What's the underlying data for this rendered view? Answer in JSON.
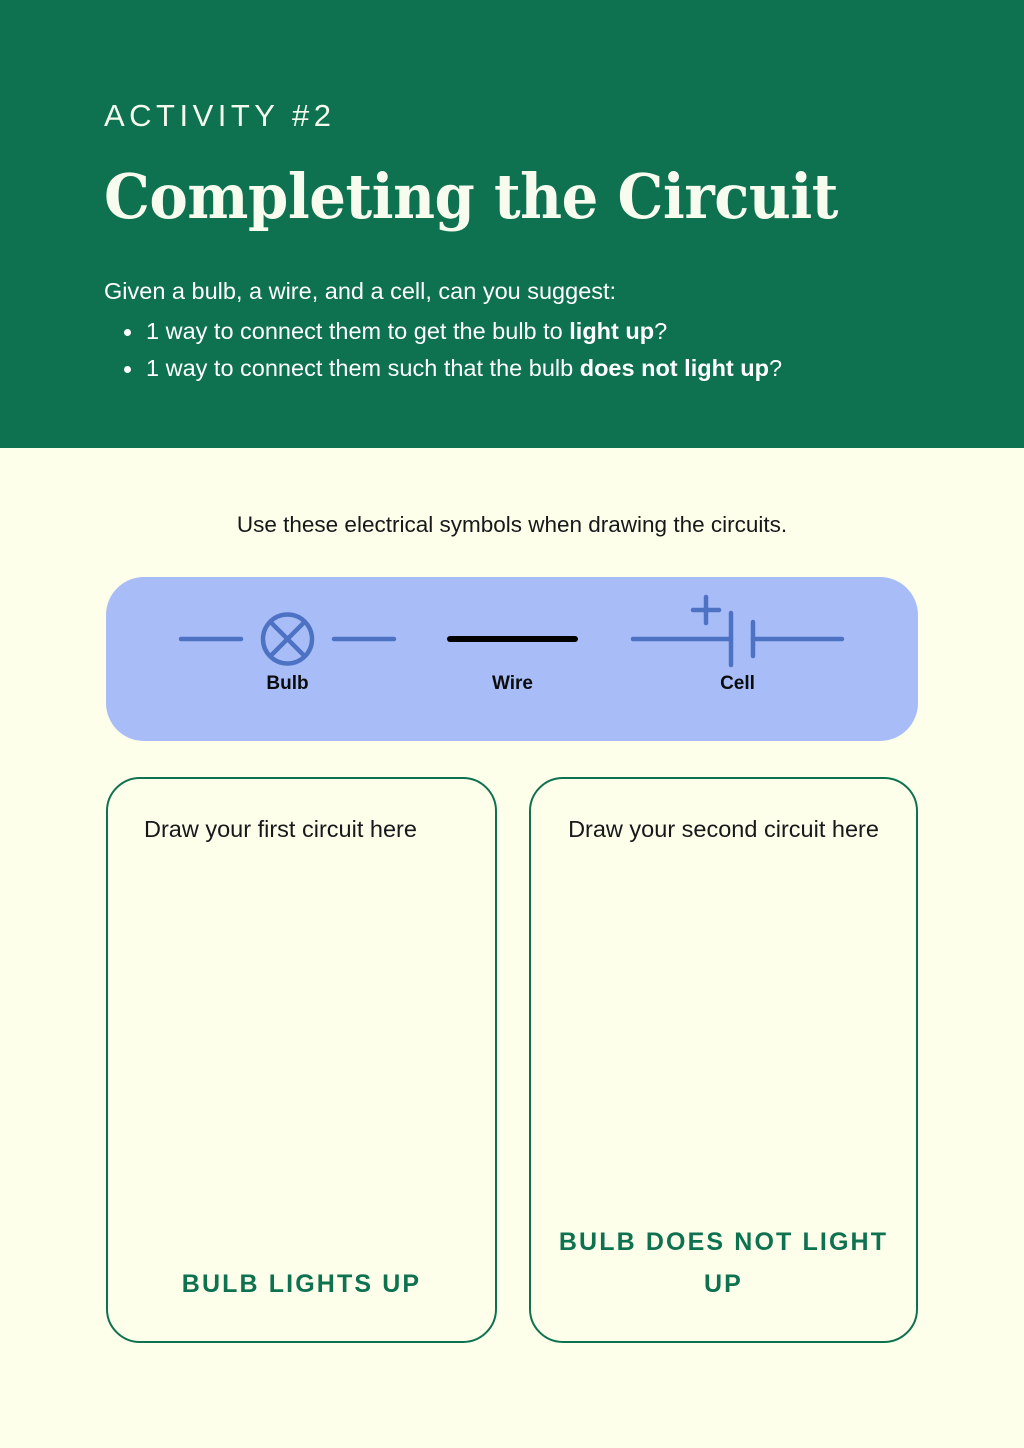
{
  "colors": {
    "header_green": "#0E7150",
    "page_cream": "#FDFFEB",
    "panel_periwinkle": "#A8BDF7",
    "symbol_blue": "#4D72C4",
    "wire_black": "#000000",
    "text_dark": "#17181A"
  },
  "header": {
    "eyebrow": "ACTIVITY #2",
    "title": "Completing the Circuit",
    "lede": "Given a bulb, a wire, and a cell, can you suggest:",
    "bullets": [
      {
        "prefix": "1 way to connect them to get the bulb to ",
        "emphasis": "light up",
        "suffix": "?"
      },
      {
        "prefix": "1 way to connect them such that the bulb ",
        "emphasis": "does not light up",
        "suffix": "?"
      }
    ]
  },
  "symbols": {
    "caption": "Use these electrical symbols when drawing the circuits.",
    "items": [
      {
        "label": "Bulb",
        "icon": "lamp-circle-x-icon"
      },
      {
        "label": "Wire",
        "icon": "wire-line-icon"
      },
      {
        "label": "Cell",
        "icon": "battery-cell-icon",
        "polarity": "+"
      }
    ]
  },
  "answer_boxes": [
    {
      "prompt": "Draw your first circuit here",
      "result": "BULB LIGHTS UP"
    },
    {
      "prompt": "Draw your second circuit here",
      "result": "BULB DOES NOT LIGHT UP"
    }
  ]
}
